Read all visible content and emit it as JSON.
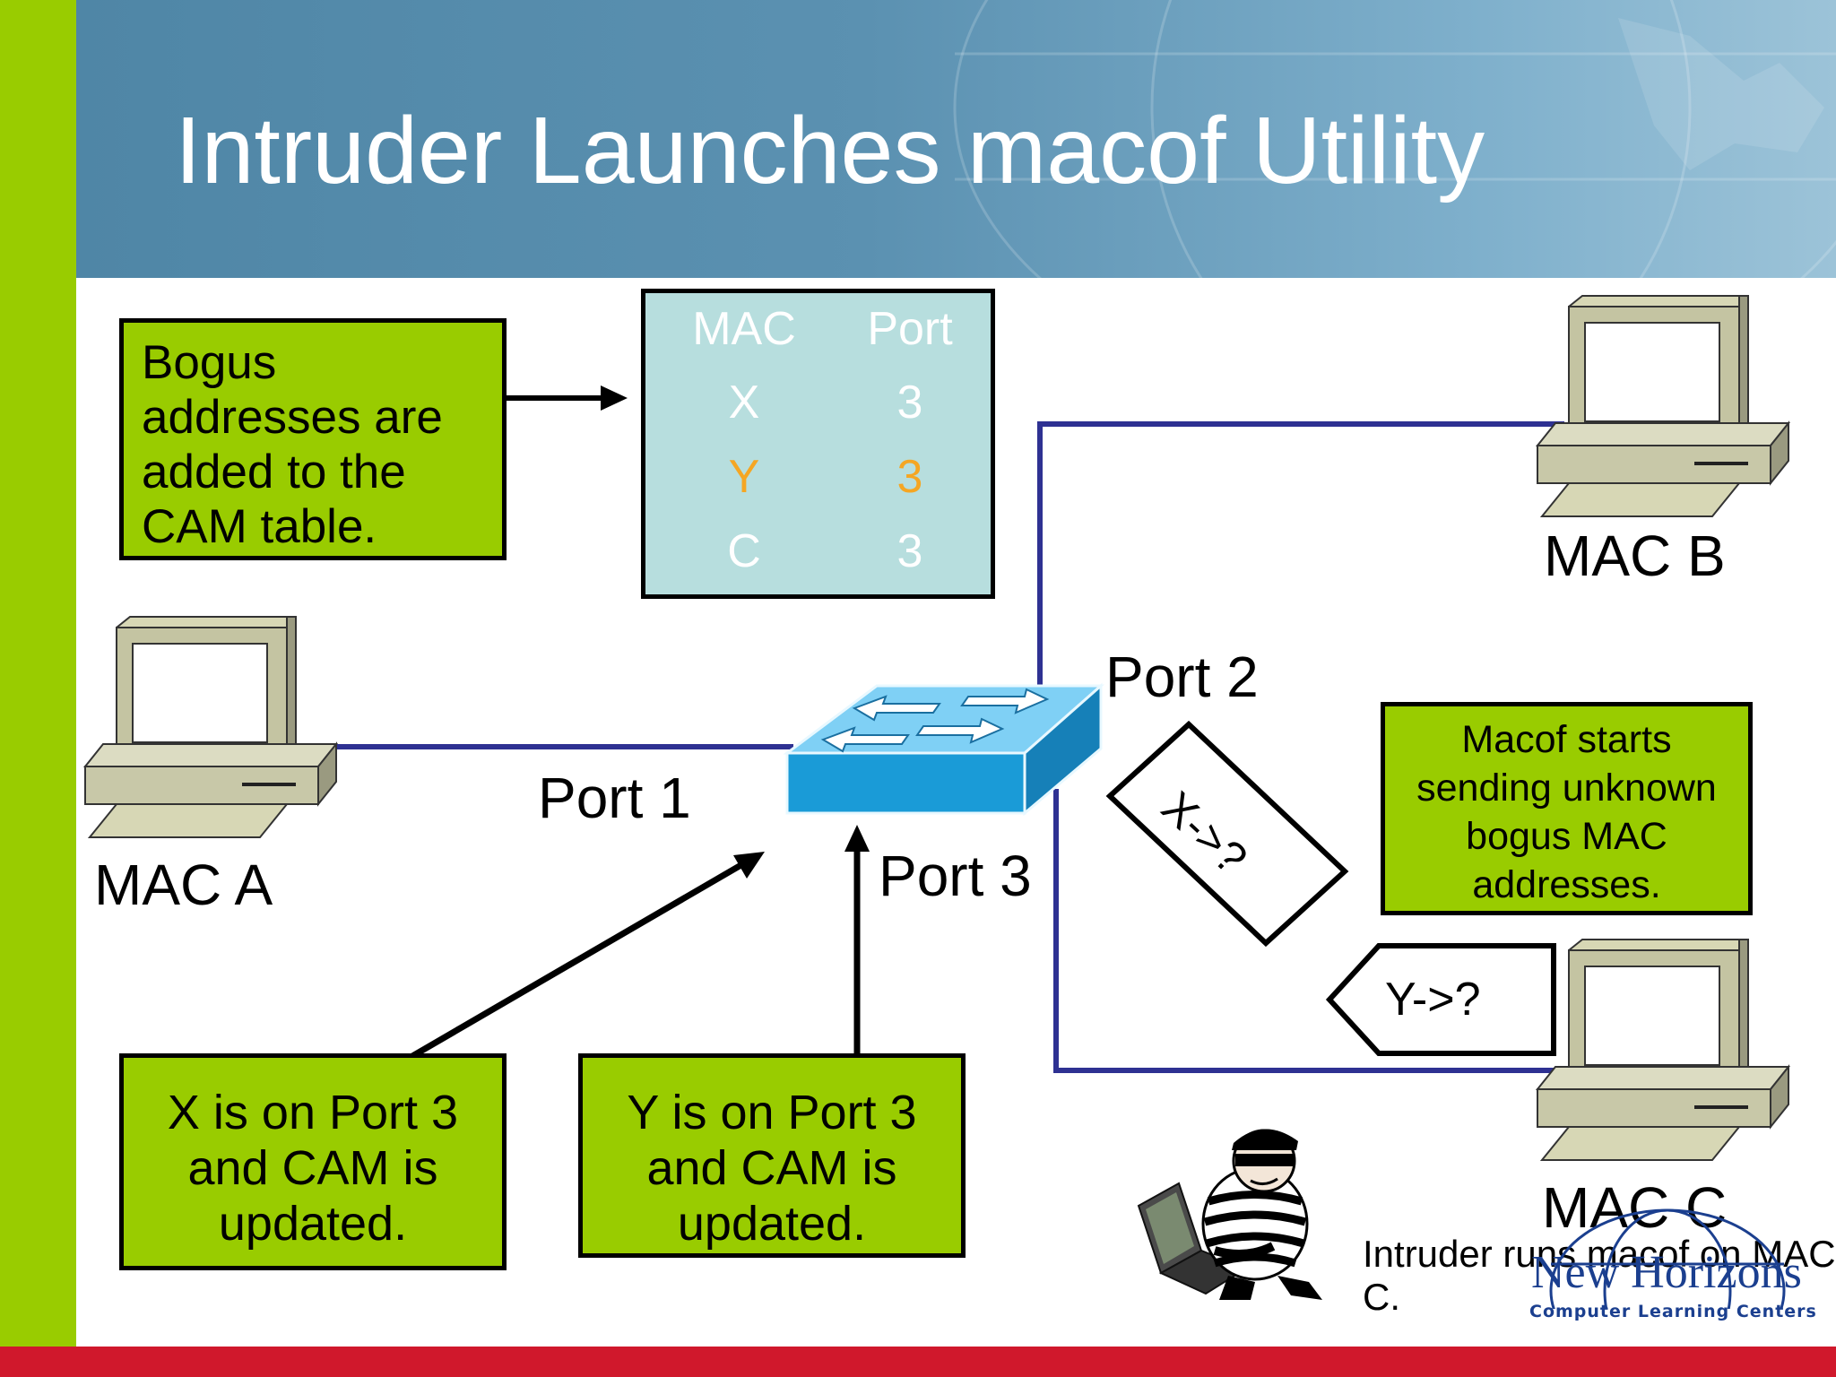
{
  "slide": {
    "title": "Intruder Launches macof Utility"
  },
  "cam_table": {
    "headers": [
      "MAC",
      "Port"
    ],
    "rows": [
      {
        "mac": "X",
        "port": "3",
        "color": "#ffffff"
      },
      {
        "mac": "Y",
        "port": "3",
        "color": "#f5a623"
      },
      {
        "mac": "C",
        "port": "3",
        "color": "#ffffff"
      }
    ]
  },
  "boxes": {
    "bogus": "Bogus addresses are added to the CAM table.",
    "macof_starts": "Macof starts sending unknown bogus MAC addresses.",
    "x_port3": "X is on Port 3 and CAM is updated.",
    "y_port3": "Y is on Port 3 and CAM is updated."
  },
  "hosts": {
    "mac_a": "MAC A",
    "mac_b": "MAC B",
    "mac_c": "MAC C"
  },
  "ports": {
    "port1": "Port 1",
    "port2": "Port 2",
    "port3": "Port 3"
  },
  "frames": {
    "x_frame": "X->?",
    "y_frame": "Y->?"
  },
  "intruder_note": "Intruder runs macof on MAC C.",
  "logo": {
    "name": "New Horizons",
    "tagline": "Computer Learning Centers"
  },
  "colors": {
    "accent_green": "#99cc00",
    "link_blue": "#2e3192",
    "switch_blue": "#1e9bd7",
    "footer_red": "#d0182c"
  }
}
